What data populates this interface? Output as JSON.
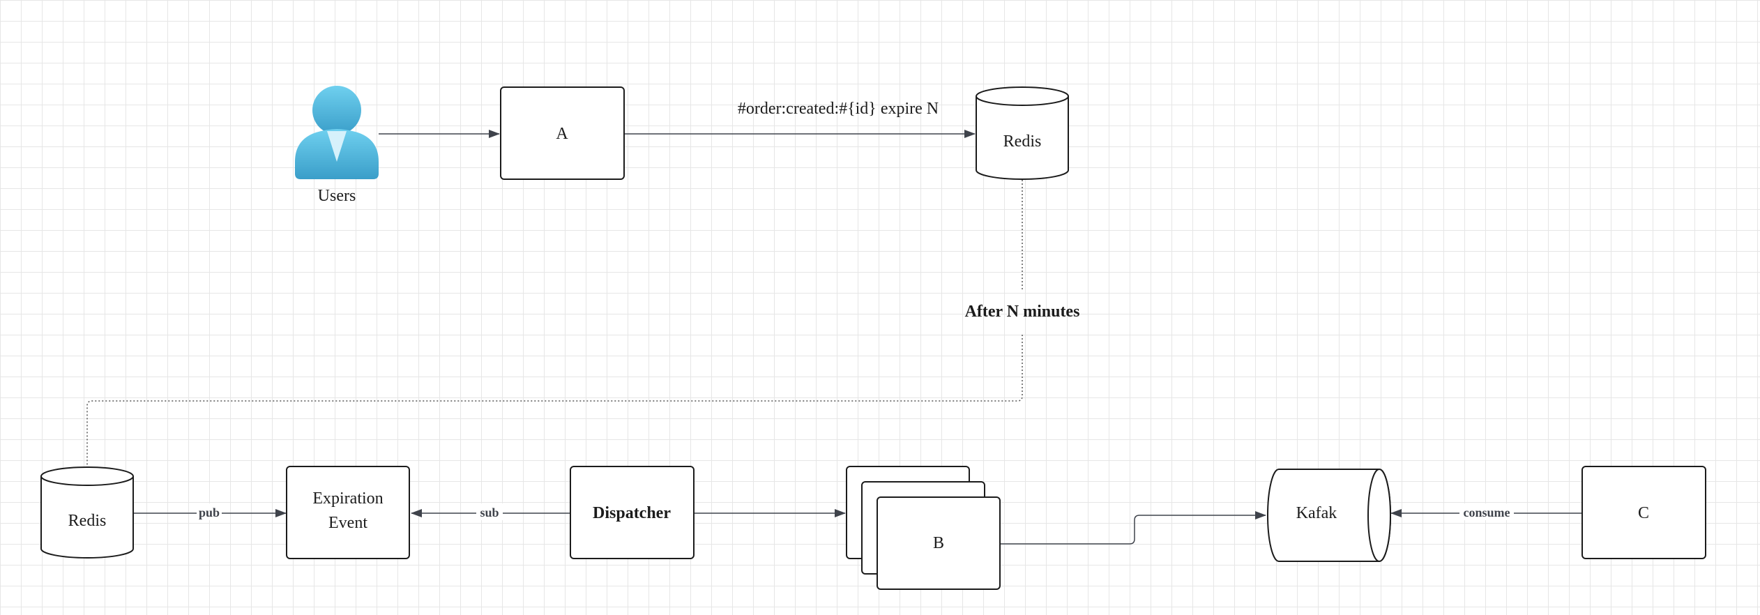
{
  "users": {
    "label": "Users"
  },
  "node_a": {
    "label": "A"
  },
  "redis_top": {
    "label": "Redis"
  },
  "redis_bottom": {
    "label": "Redis"
  },
  "expiration_event": {
    "line1": "Expiration",
    "line2": "Event"
  },
  "dispatcher": {
    "label": "Dispatcher"
  },
  "node_b": {
    "label": "B"
  },
  "kafka": {
    "label": "Kafak"
  },
  "node_c": {
    "label": "C"
  },
  "edges": {
    "a_to_redis": "#order:created:#{id} expire N",
    "after_n_minutes": "After N minutes",
    "pub": "pub",
    "sub": "sub",
    "consume": "consume"
  },
  "colors": {
    "stroke": "#1b1b1b",
    "arrow": "#3f434b",
    "user_light": "#6fd0ef",
    "user_dark": "#3a9ec9"
  }
}
